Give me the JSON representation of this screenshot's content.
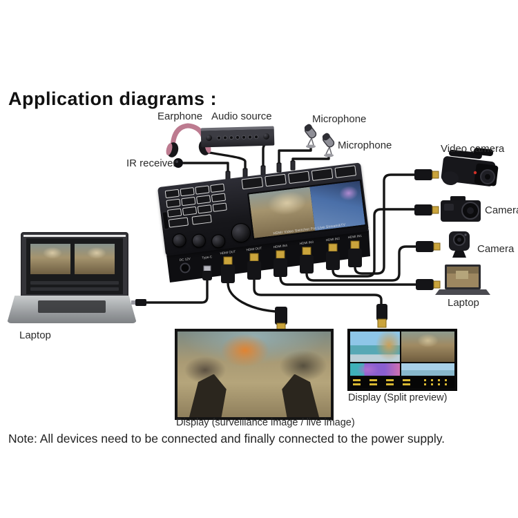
{
  "page": {
    "heading": "Application diagrams :",
    "note": "Note: All devices need to be connected and finally connected to the power supply."
  },
  "labels": {
    "earphone": "Earphone",
    "audio_source": "Audio source",
    "microphone_1": "Microphone",
    "microphone_2": "Microphone",
    "ir_receiver": "IR receiver",
    "video_camera": "Video camera",
    "camera_dslr": "Camera",
    "camera_webcam": "Camera",
    "laptop_right": "Laptop",
    "laptop_left": "Laptop",
    "display_main": "Display (surveillance image / live image)",
    "display_split": "Display (Split preview)"
  },
  "switcher": {
    "screen_caption": "HDMI Video Switcher For Live Stream&TV",
    "ports": [
      "DC 12V",
      "Type-C",
      "HDMI OUT",
      "HDMI OUT",
      "HDMI IN4",
      "HDMI IN3",
      "HDMI IN2",
      "HDMI IN1"
    ]
  },
  "colors": {
    "connector_gold": "#caa43c",
    "device_black": "#141417",
    "headphone_pink": "#bd7b90",
    "status_yellow": "#d8b832",
    "cable": "#151515"
  }
}
